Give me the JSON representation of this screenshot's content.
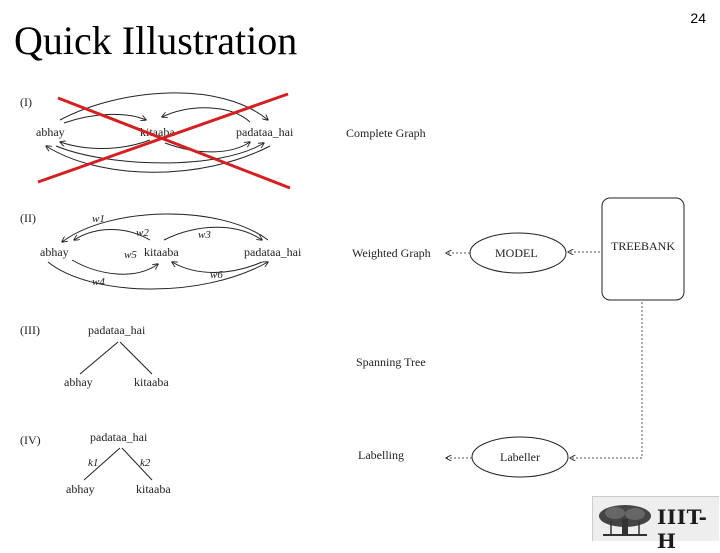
{
  "slide": {
    "title": "Quick Illustration",
    "number": "24"
  },
  "sections": [
    {
      "label": "(I)",
      "nodes": [
        "abhay",
        "kitaaba",
        "padataa_hai"
      ],
      "caption": "Complete Graph",
      "crossed_out": true
    },
    {
      "label": "(II)",
      "nodes": [
        "abhay",
        "kitaaba",
        "padataa_hai"
      ],
      "caption": "Weighted Graph",
      "weights": [
        "w1",
        "w2",
        "w3",
        "w4",
        "w5",
        "w6"
      ]
    },
    {
      "label": "(III)",
      "root": "padataa_hai",
      "children": [
        "abhay",
        "kitaaba"
      ],
      "caption": "Spanning Tree"
    },
    {
      "label": "(IV)",
      "root": "padataa_hai",
      "children": [
        "abhay",
        "kitaaba"
      ],
      "edge_labels": [
        "k1",
        "k2"
      ],
      "caption": "Labelling"
    }
  ],
  "pipeline": {
    "model": "MODEL",
    "treebank": "TREEBANK",
    "labeller": "Labeller"
  },
  "logo": {
    "text": "IIIT-H"
  },
  "colors": {
    "cross": "#d42020",
    "ink": "#222222",
    "dotted": "#555555"
  }
}
